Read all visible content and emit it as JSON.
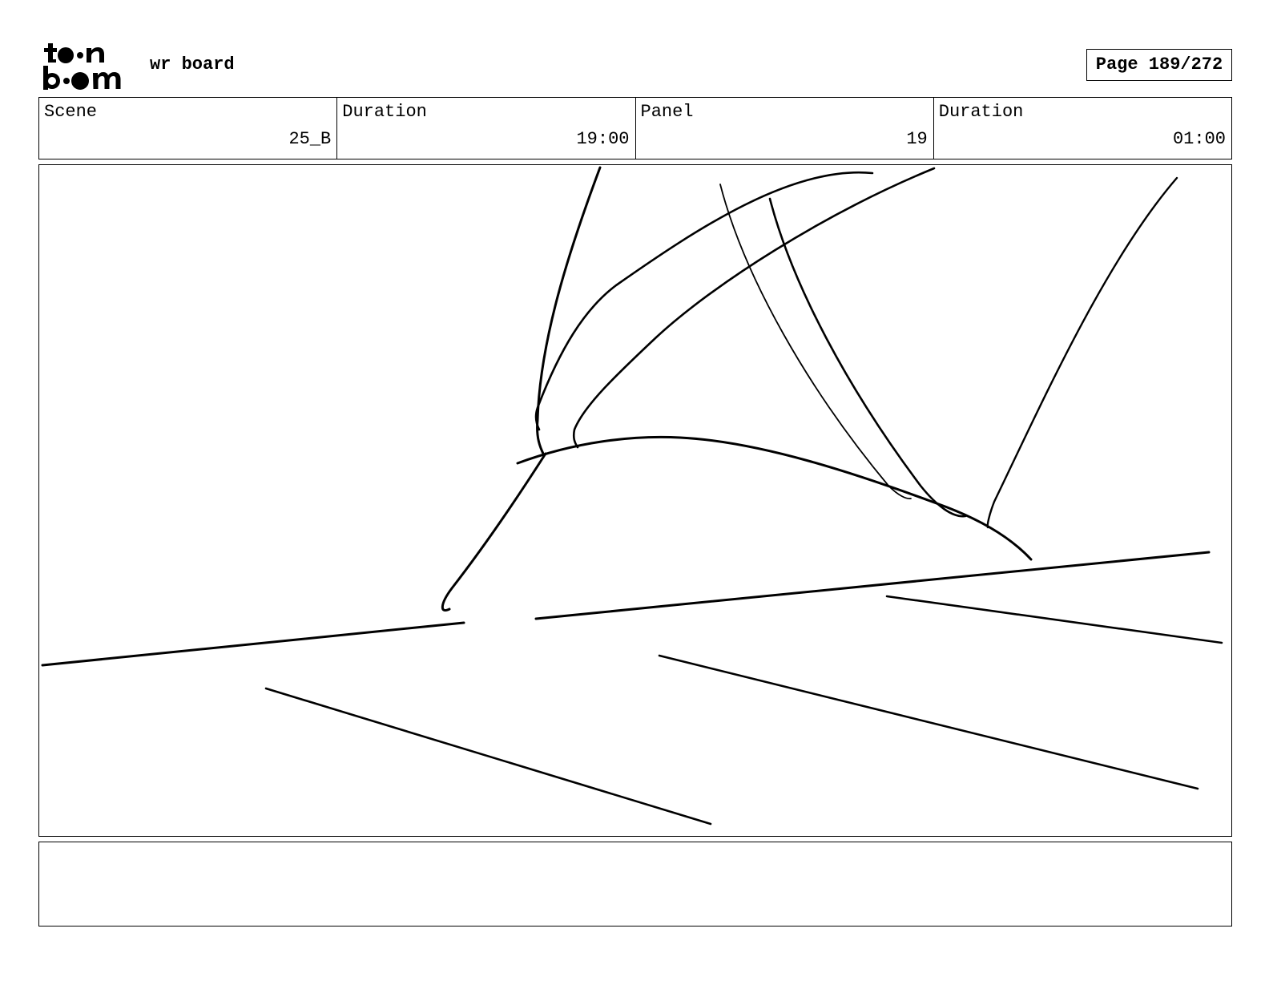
{
  "header": {
    "logo_alt": "toon boom",
    "project_title": "wr board",
    "page_label": "Page 189/272"
  },
  "info_fields": [
    {
      "label": "Scene",
      "value": "25_B"
    },
    {
      "label": "Duration",
      "value": "19:00"
    },
    {
      "label": "Panel",
      "value": "19"
    },
    {
      "label": "Duration",
      "value": "01:00"
    }
  ],
  "notes": {
    "text": ""
  }
}
